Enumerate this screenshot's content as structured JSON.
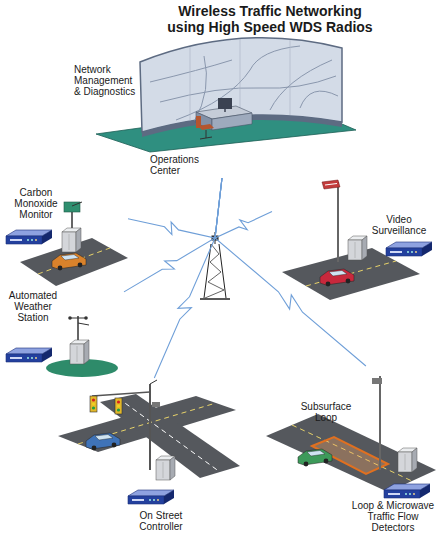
{
  "diagram": {
    "title": "Wireless Traffic Networking using High Speed WDS Radios",
    "nodes": [
      {
        "text": [
          "Network Management & Diagnostics",
          "Operations Center"
        ]
      },
      {
        "text": [
          "Carbon Monoxide Monitor"
        ]
      },
      {
        "text": [
          "Video Surveillance"
        ]
      },
      {
        "text": [
          "Automated Weather Station"
        ]
      },
      {
        "text": [
          "On Street Controller"
        ]
      },
      {
        "text": [
          "Loop & Microwave Traffic Flow Detectors"
        ]
      }
    ],
    "edges": [
      {
        "from": 0,
        "to": 1,
        "arrow": "none"
      },
      {
        "from": 0,
        "to": 2,
        "arrow": "none"
      },
      {
        "from": 0,
        "to": 3,
        "arrow": "none"
      },
      {
        "from": 0,
        "to": 4,
        "arrow": "none"
      },
      {
        "from": 0,
        "to": 5,
        "arrow": "none"
      }
    ],
    "labels": [
      "Subsurface Loop"
    ]
  }
}
